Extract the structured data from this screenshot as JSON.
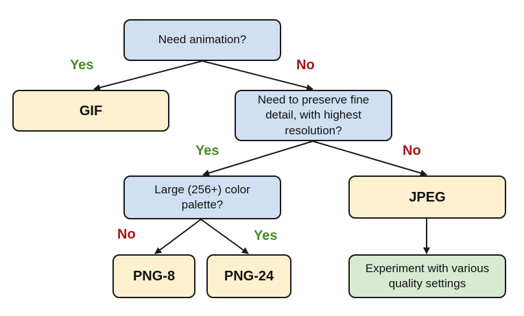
{
  "colors": {
    "question_fill": "#d0e0f2",
    "result_fill": "#fdf0cf",
    "advice_fill": "#d8ead2",
    "yes_color": "#4a8a25",
    "no_color": "#a31515",
    "line_color": "#1a1a1a"
  },
  "nodes": {
    "need_animation": "Need animation?",
    "gif": "GIF",
    "fine_detail": "Need to preserve fine detail, with highest resolution?",
    "large_palette": "Large (256+) color palette?",
    "jpeg": "JPEG",
    "png8": "PNG-8",
    "png24": "PNG-24",
    "quality": "Experiment with various quality settings"
  },
  "edges": {
    "animation_yes": "Yes",
    "animation_no": "No",
    "detail_yes": "Yes",
    "detail_no": "No",
    "palette_no": "No",
    "palette_yes": "Yes"
  }
}
